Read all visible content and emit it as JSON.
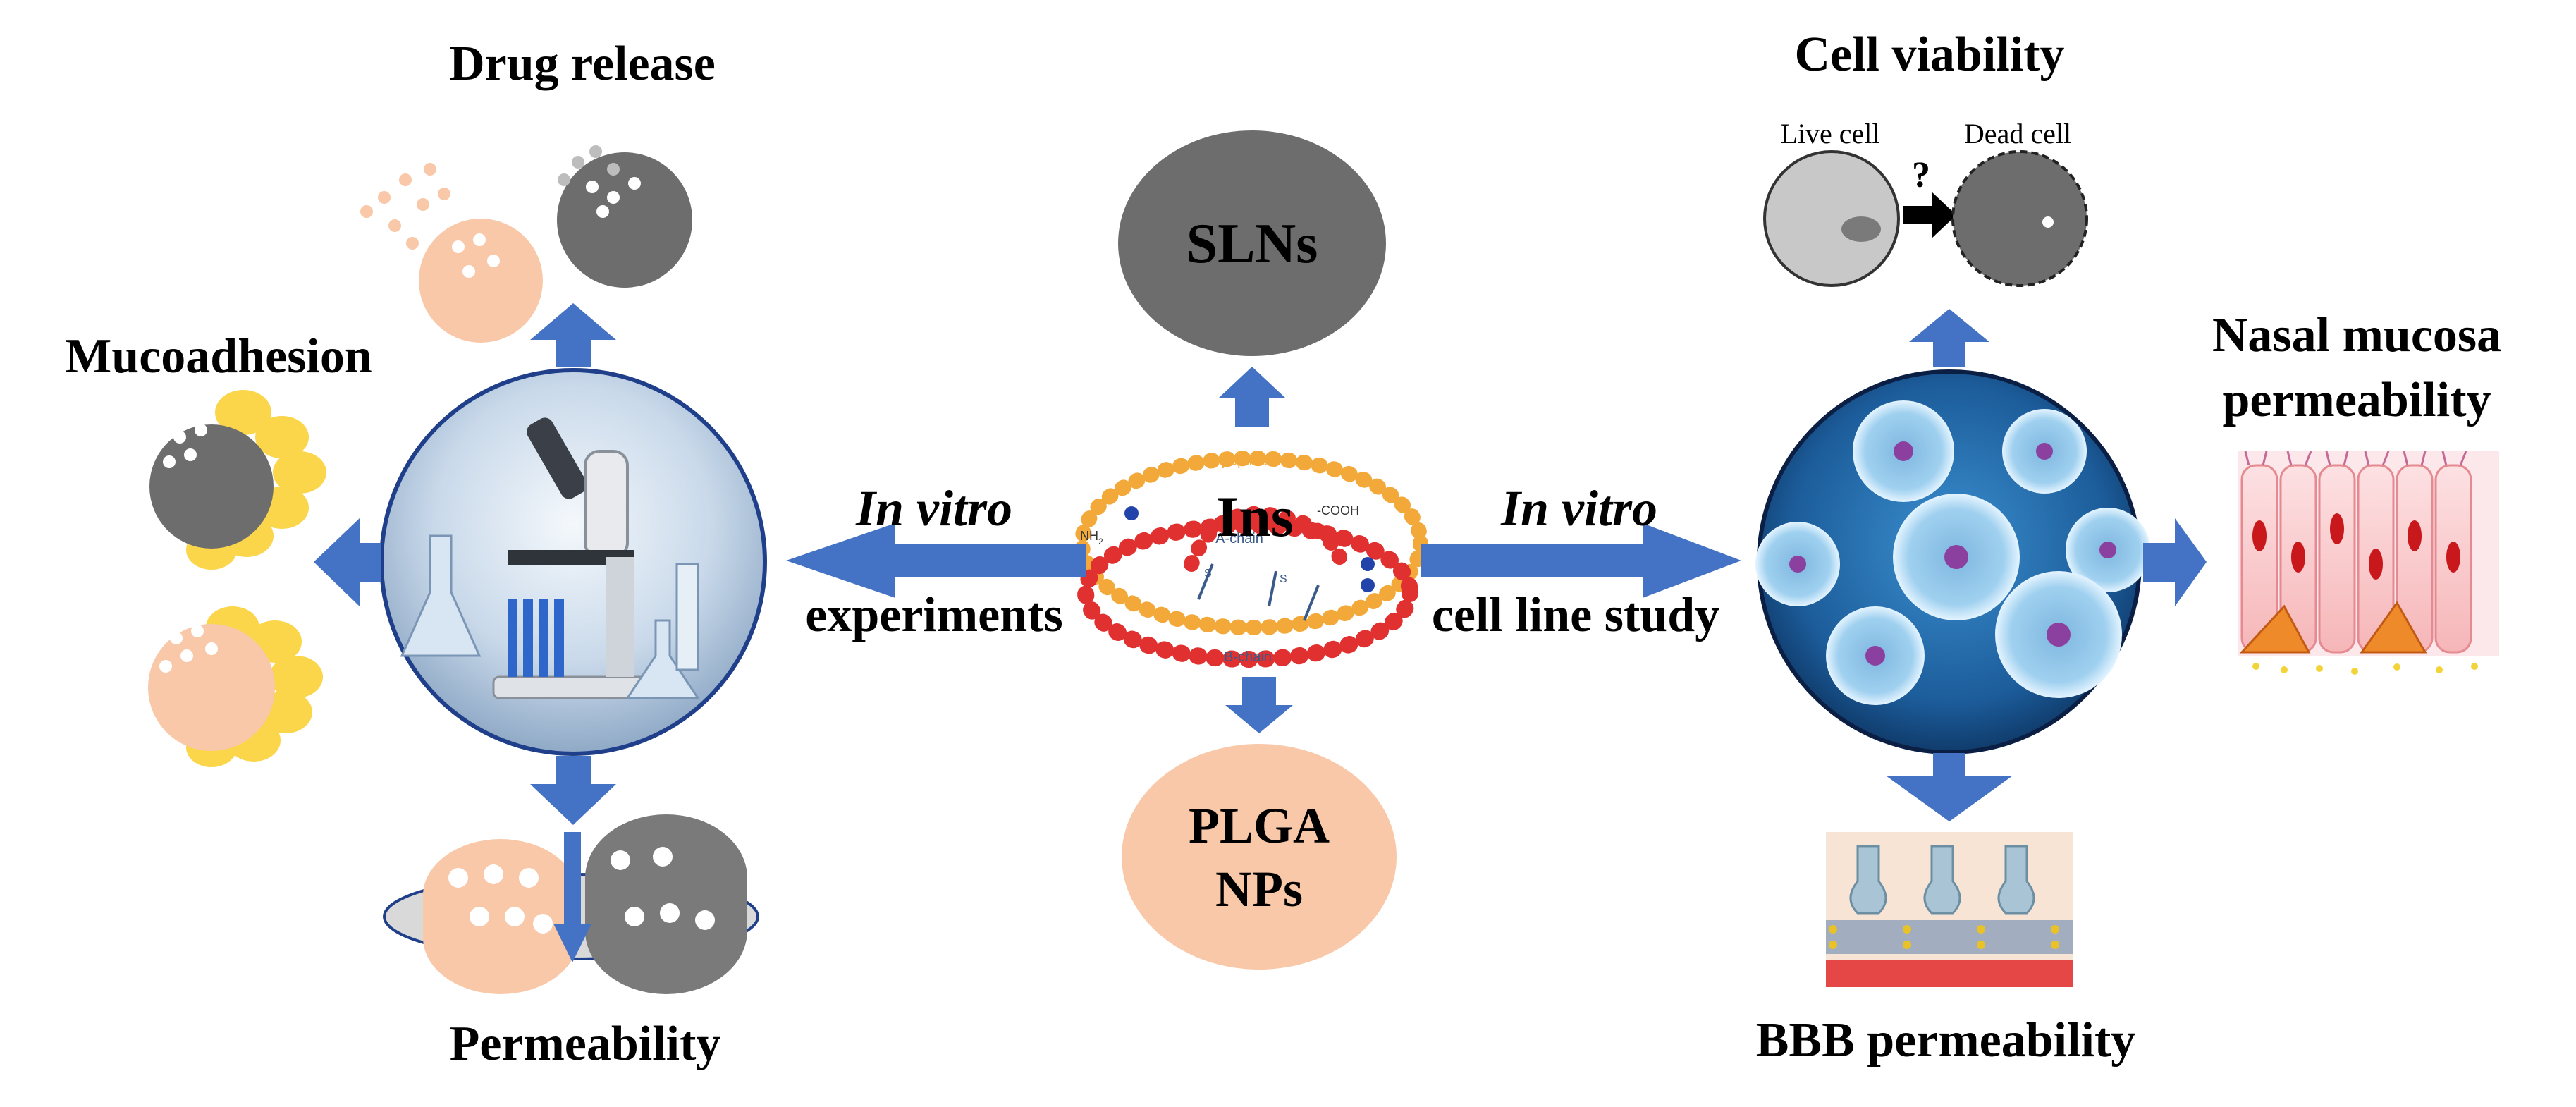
{
  "center": {
    "label": "Ins",
    "c_peptide": "C-peptide",
    "a_chain": "A-chain",
    "b_chain": "B-chain",
    "nh2": "NH",
    "nh2_sub": "2",
    "cooh": "-COOH",
    "s": "S"
  },
  "formulations": {
    "sln": "SLNs",
    "plga_line1": "PLGA",
    "plga_line2": "NPs"
  },
  "in_vitro_experiments": {
    "title_italic": "In vitro",
    "title_rest": "experiments"
  },
  "cell_line_study": {
    "title_italic": "In vitro",
    "title_rest": "cell line study"
  },
  "assays_left": {
    "drug_release": "Drug release",
    "mucoadhesion": "Mucoadhesion",
    "permeability": "Permeability"
  },
  "assays_right": {
    "cell_viability": "Cell viability",
    "live_cell": "Live cell",
    "dead_cell": "Dead cell",
    "question": "?",
    "nasal_line1": "Nasal mucosa",
    "nasal_line2": "permeability",
    "bbb": "BBB permeability"
  },
  "colors": {
    "arrow": "#4472C4",
    "sln_gray": "#6d6d6d",
    "plga_peach": "#f8c8a8",
    "mucin_yellow": "#fbd54a",
    "dark_particle": "#6b6b6b"
  }
}
